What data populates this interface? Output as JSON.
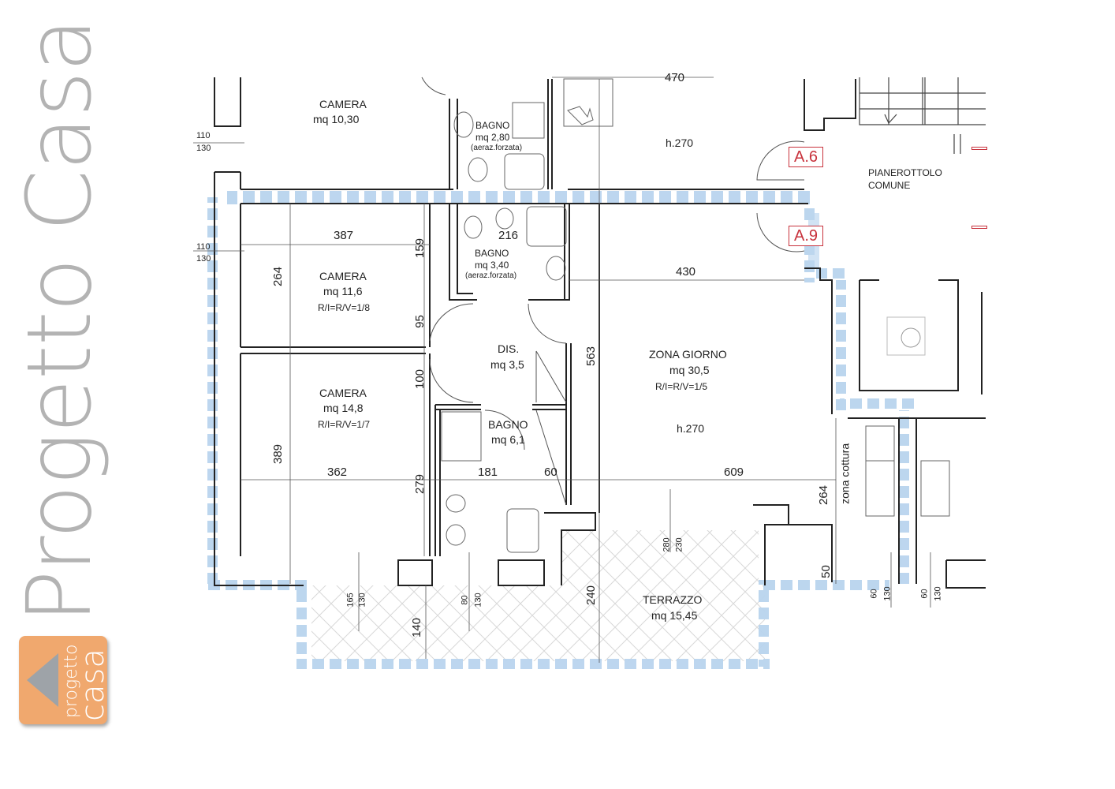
{
  "brand": {
    "vertical_title": "Progetto Casa",
    "logo_line1": "progetto",
    "logo_line2": "casa",
    "logo_color": "#f0a86e",
    "logo_arrow_color": "#9ea3a8"
  },
  "colors": {
    "wall": "#222222",
    "boundary_hatch": "#b9d4ee",
    "unit_tag": "#c8323c",
    "dimension_line": "#555555"
  },
  "rooms": [
    {
      "id": "camera-top",
      "name": "CAMERA",
      "area": "mq 10,30"
    },
    {
      "id": "bagno-top",
      "name": "BAGNO",
      "area": "mq 2,80",
      "note": "(aeraz.forzata)"
    },
    {
      "id": "camera-1",
      "name": "CAMERA",
      "area": "mq 11,6",
      "ratio": "R/I=R/V=1/8"
    },
    {
      "id": "bagno-2",
      "name": "BAGNO",
      "area": "mq 3,40",
      "note": "(aeraz.forzata)"
    },
    {
      "id": "dis",
      "name": "DIS.",
      "area": "mq 3,5"
    },
    {
      "id": "camera-2",
      "name": "CAMERA",
      "area": "mq 14,8",
      "ratio": "R/I=R/V=1/7"
    },
    {
      "id": "bagno-3",
      "name": "BAGNO",
      "area": "mq 6,1"
    },
    {
      "id": "zona-giorno",
      "name": "ZONA GIORNO",
      "area": "mq 30,5",
      "ratio": "R/I=R/V=1/5",
      "height": "h.270"
    },
    {
      "id": "terrazzo",
      "name": "TERRAZZO",
      "area": "mq 15,45"
    },
    {
      "id": "pianerottolo",
      "name": "PIANEROTTOLO",
      "name2": "COMUNE"
    },
    {
      "id": "zona-cottura",
      "name": "zona cottura"
    }
  ],
  "unit_tags": [
    "A.6",
    "A.9"
  ],
  "heights": {
    "top_right": "h.270"
  },
  "dimensions": {
    "d470": "470",
    "d387": "387",
    "d216": "216",
    "d159": "159",
    "d264a": "264",
    "d95": "95",
    "d430": "430",
    "d563": "563",
    "d100": "100",
    "d389": "389",
    "d362": "362",
    "d181": "181",
    "d60": "60",
    "d609": "609",
    "d279": "279",
    "d264b": "264",
    "d50": "50",
    "d240": "240",
    "d140": "140",
    "w1_top": "110",
    "w1_bot": "130",
    "w2_top": "110",
    "w2_bot": "130",
    "w3_top": "165",
    "w3_bot": "130",
    "w4_top": "80",
    "w4_bot": "130",
    "w5_top": "280",
    "w5_bot": "230",
    "w6_top": "60",
    "w6_bot": "130",
    "w7_top": "60",
    "w7_bot": "130"
  }
}
